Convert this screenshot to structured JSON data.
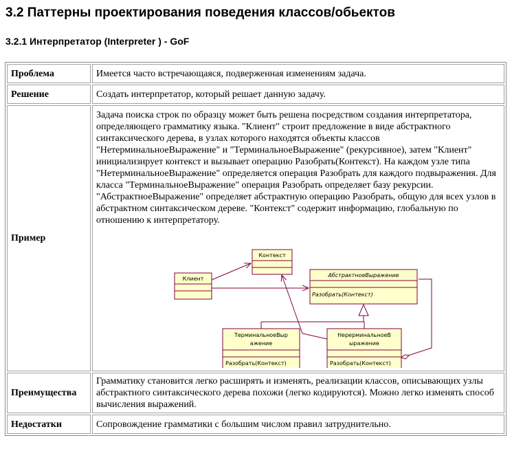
{
  "heading": "3.2 Паттерны проектирования поведения классов/обьектов",
  "subheading": "3.2.1 Интерпретатор (Interpreter ) - GoF",
  "rows": [
    {
      "label": "Проблема",
      "text": "Имеется часто встречающаяся, подверженная изменениям задача."
    },
    {
      "label": "Решение",
      "text": "Создать интерпретатор, который решает данную задачу."
    },
    {
      "label": "Пример",
      "text": "Задача поиска строк по образцу может быть решена посредством создания интерпретатора, определяющего грамматику языка. \"Клиент\" строит предложение в виде абстрактного синтаксического дерева, в узлах которого находятся объекты классов \"НетерминальноеВыражение\" и \"ТерминальноеВыражение\" (рекурсивное), затем \"Клиент\" инициализирует контекст и вызывает операцию Разобрать(Контекст). На каждом узле типа \"НетерминальноеВыражение\" определяется операция Разобрать для каждого подвыражения. Для класса \"ТерминальноеВыражение\" операция Разобрать определяет базу рекурсии. \"АбстрактноеВыражение\" определяет абстрактную операцию Разобрать, общую для всех узлов в абстрактном синтаксическом дереве. \"Контекст\" содержит информацию, глобальную по отношению к интерпретатору."
    },
    {
      "label": "Преимущества",
      "text": "Грамматику становится легко расширять и изменять, реализации классов, описывающих узлы абстрактного синтаксического дерева похожи (легко кодируются). Можно легко изменять способ вычисления выражений."
    },
    {
      "label": "Недостатки",
      "text": "Сопровождение грамматики с большим числом правил затруднительно."
    }
  ],
  "diagram": {
    "context_class": "Контекст",
    "client_class": "Клиент",
    "abstract_class": "АбстрактноеВыражение",
    "abstract_op": "Разобрать(Контекст)",
    "terminal_class_line1": "ТерминальноеВыр",
    "terminal_class_line2": "ажение",
    "terminal_op": "Разобрать(Контекст)",
    "nonterminal_class_line1": "НерерминальноеВ",
    "nonterminal_class_line2": "ыражение",
    "nonterminal_op": "Разобрать(Контекст)",
    "colors": {
      "box_fill": "#ffffcc",
      "line": "#800040"
    }
  }
}
